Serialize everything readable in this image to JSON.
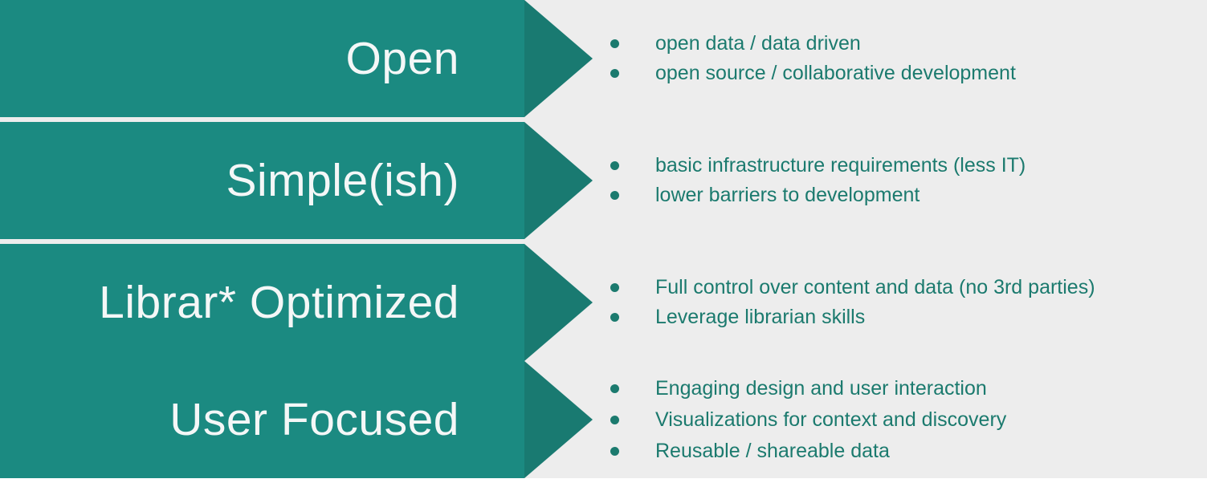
{
  "diagram": {
    "type": "chevron-list",
    "colors": {
      "arrow_body": "#1b8a81",
      "arrow_head": "#197a71",
      "background_panel": "#ededed",
      "label_text": "#f4f7f7",
      "bullet_text": "#1b7a6e"
    },
    "rows": [
      {
        "label": "Open",
        "bullets": [
          "open data / data driven",
          "open source / collaborative development"
        ]
      },
      {
        "label": "Simple(ish)",
        "bullets": [
          "basic infrastructure requirements (less IT)",
          "lower barriers to development"
        ]
      },
      {
        "label": "Librar* Optimized",
        "bullets": [
          "Full control over content and data (no 3rd parties)",
          "Leverage librarian skills"
        ]
      },
      {
        "label": "User Focused",
        "bullets": [
          "Engaging design and user interaction",
          "Visualizations for context and discovery",
          "Reusable / shareable data"
        ]
      }
    ]
  }
}
